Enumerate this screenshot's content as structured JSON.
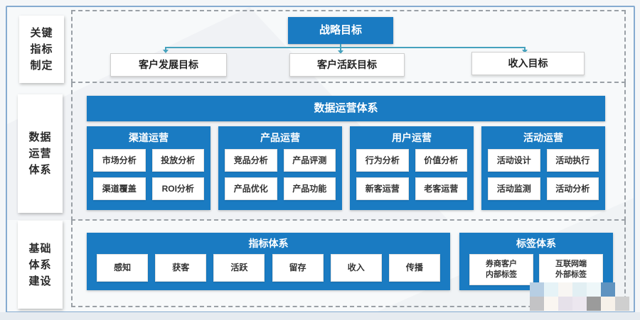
{
  "colors": {
    "primary_blue": "#1a7bc2",
    "connector": "#46a2bd",
    "frame_border": "#86abd0",
    "dashed_border": "#9aa0a6"
  },
  "side_labels": [
    {
      "text": "关键\n指标\n制定"
    },
    {
      "text": "数据\n运营\n体系"
    },
    {
      "text": "基础\n体系\n建设"
    }
  ],
  "strategy": {
    "title": "战略目标",
    "goals": [
      {
        "label": "客户发展目标"
      },
      {
        "label": "客户活跃目标"
      },
      {
        "label": "收入目标"
      }
    ]
  },
  "operations": {
    "banner": "数据运营体系",
    "columns": [
      {
        "title": "渠道运营",
        "items": [
          "市场分析",
          "投放分析",
          "渠道覆盖",
          "ROI分析"
        ]
      },
      {
        "title": "产品运营",
        "items": [
          "竞品分析",
          "产品评测",
          "产品优化",
          "产品功能"
        ]
      },
      {
        "title": "用户运营",
        "items": [
          "行为分析",
          "价值分析",
          "新客运营",
          "老客运营"
        ]
      },
      {
        "title": "活动运营",
        "items": [
          "活动设计",
          "活动执行",
          "活动监测",
          "活动分析"
        ]
      }
    ]
  },
  "foundation": {
    "indicator_title": "指标体系",
    "indicator_items": [
      "感知",
      "获客",
      "活跃",
      "留存",
      "收入",
      "传播"
    ],
    "tag_title": "标签体系",
    "tag_items": [
      "券商客户\n内部标签",
      "互联网端\n外部标签"
    ]
  },
  "watermark": {
    "rows": [
      [
        "#b7cee3",
        "#e6f3f7",
        "#f8f6f3",
        "#e2eff3",
        "#eef7f9",
        "#5f93c0"
      ],
      [
        "#c3c3c5",
        "#faf6f1",
        "#e6e1ea",
        "#ece7ef",
        "#9b9b9b",
        "#f7f1e9",
        "#cfcfcf"
      ]
    ]
  }
}
